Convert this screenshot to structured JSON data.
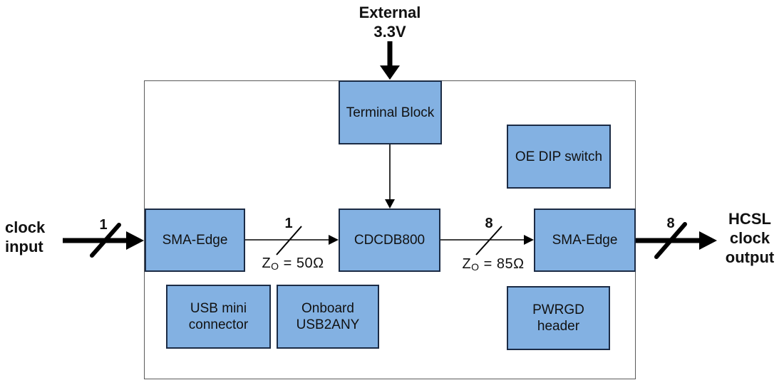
{
  "diagram": {
    "external_supply": {
      "line1": "External",
      "line2": "3.3V"
    },
    "clock_input": {
      "line1": "clock",
      "line2": "input"
    },
    "hcsl_output": {
      "line1": "HCSL",
      "line2": "clock",
      "line3": "output"
    },
    "blocks": {
      "terminal_block": "Terminal Block",
      "oe_dip_switch": "OE DIP switch",
      "sma_edge_in": "SMA-Edge",
      "cdcdb800": "CDCDB800",
      "sma_edge_out": "SMA-Edge",
      "usb_mini": {
        "line1": "USB mini",
        "line2": "connector"
      },
      "usb2any": {
        "line1": "Onboard",
        "line2": "USB2ANY"
      },
      "pwrgd": {
        "line1": "PWRGD",
        "line2": "header"
      }
    },
    "bus": {
      "input_width": "1",
      "to_cdcdb800_width": "1",
      "from_cdcdb800_width": "8",
      "output_width": "8"
    },
    "impedance_input": {
      "symbol": "Z",
      "sub": "O",
      "value": " = 50Ω"
    },
    "impedance_output": {
      "symbol": "Z",
      "sub": "O",
      "value": " = 85Ω"
    },
    "colors": {
      "block_fill": "#83B1E2",
      "block_border": "#1B2B45",
      "board_border": "#595959",
      "arrow": "#000000",
      "text": "#111111"
    }
  }
}
